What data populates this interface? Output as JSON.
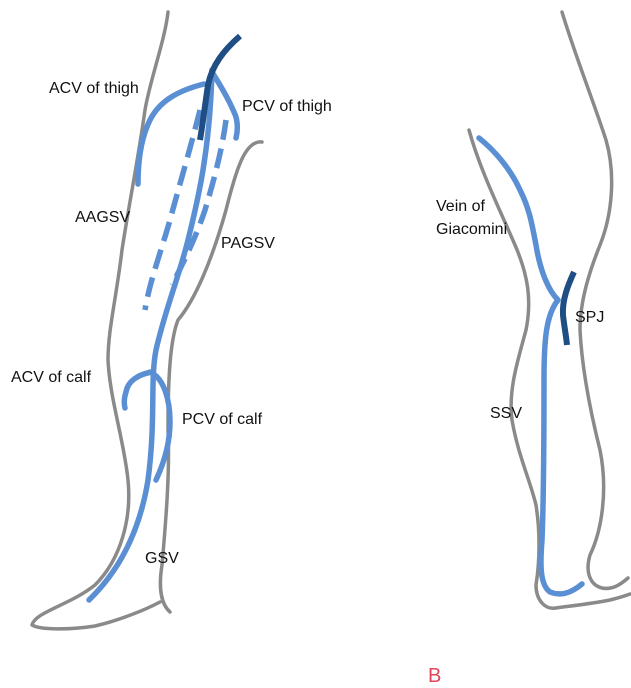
{
  "labels": {
    "acv_thigh": "ACV of thigh",
    "pcv_thigh": "PCV of thigh",
    "aagsv": "AAGSV",
    "pagsv": "PAGSV",
    "acv_calf": "ACV of calf",
    "pcv_calf": "PCV of calf",
    "gsv": "GSV",
    "vein_giacomini_line1": "Vein of",
    "vein_giacomini_line2": "Giacomini",
    "spj": "SPJ",
    "ssv": "SSV"
  },
  "panel_letter": "B",
  "colors": {
    "outline": "#8a8a8a",
    "vein": "#5b8fd4",
    "junction": "#1f4e85",
    "panel_letter": "#e0455a"
  }
}
